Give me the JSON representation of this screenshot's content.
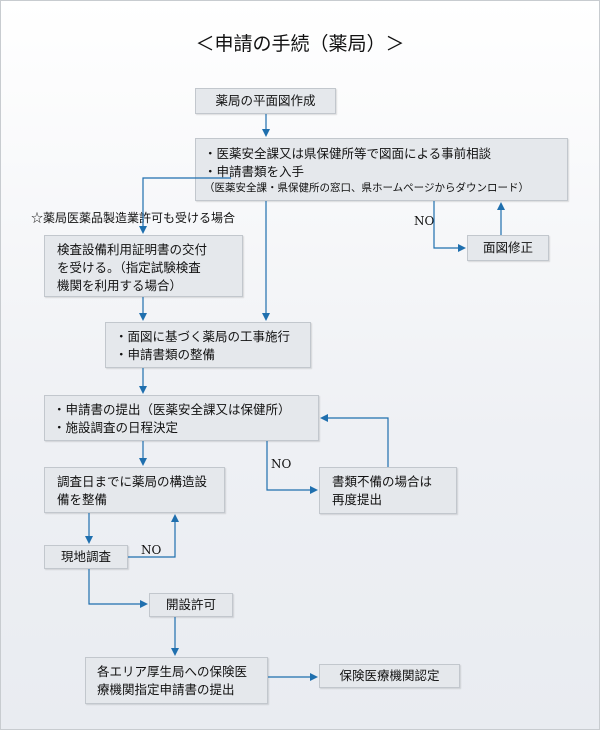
{
  "title": "＜申請の手続（薬局）＞",
  "colors": {
    "arrow": "#1f6fae",
    "box_fill": "#e5e8ec",
    "box_border": "#c2c7cd"
  },
  "nodes": {
    "floor_plan": "薬局の平面図作成",
    "consult": {
      "line1": "・医薬安全課又は県保健所等で図面による事前相談",
      "line2": "・申請書類を入手",
      "line3": "（医薬安全課・県保健所の窓口、県ホームページからダウンロード）"
    },
    "plan_fix": "面図修正",
    "manufacturing_note": "☆薬局医薬品製造業許可も受ける場合",
    "inspection_cert": {
      "line1": "検査設備利用証明書の交付",
      "line2": "を受ける。（指定試験検査",
      "line3": "機関を利用する場合）"
    },
    "construction": {
      "line1": "・面図に基づく薬局の工事施行",
      "line2": "・申請書類の整備"
    },
    "submission": {
      "line1": "・申請書の提出（医薬安全課又は保健所）",
      "line2": "・施設調査の日程決定"
    },
    "documents_missing": {
      "line1": "書類不備の場合は",
      "line2": "再度提出"
    },
    "facility_prep": {
      "line1": "調査日までに薬局の構造設",
      "line2": "備を整備"
    },
    "onsite": "現地調査",
    "permit": "開設許可",
    "insurance_apply": {
      "line1": "各エリア厚生局への保険医",
      "line2": "療機関指定申請書の提出"
    },
    "insurance_approval": "保険医療機関認定"
  },
  "labels": {
    "no1": "NO",
    "no2": "NO",
    "no3": "NO"
  }
}
